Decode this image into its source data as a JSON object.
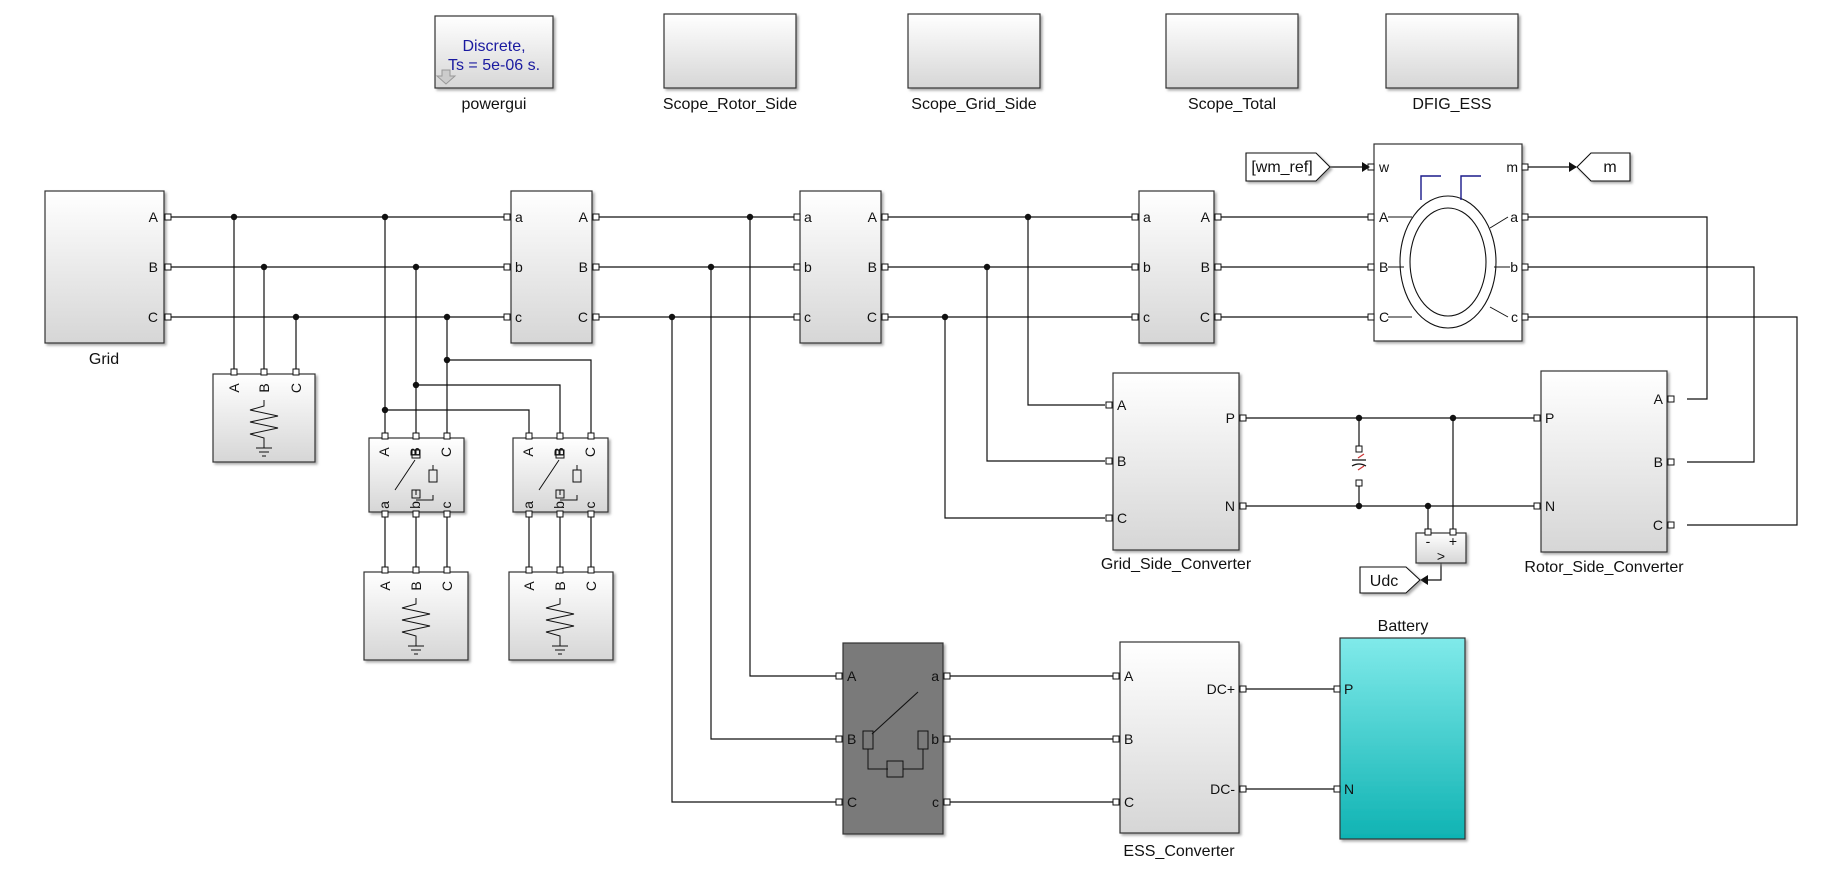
{
  "powergui": {
    "line1": "Discrete,",
    "line2": "Ts = 5e-06 s.",
    "name": "powergui"
  },
  "scopes": [
    "Scope_Rotor_Side",
    "Scope_Grid_Side",
    "Scope_Total",
    "DFIG_ESS"
  ],
  "blocks": {
    "grid": "Grid",
    "gsc": "Grid_Side_Converter",
    "rsc": "Rotor_Side_Converter",
    "ess": "ESS_Converter",
    "battery": "Battery"
  },
  "tags": {
    "wm_ref": "[wm_ref]",
    "m": "m",
    "udc": "Udc"
  },
  "machine_ports": {
    "w": "w",
    "m": "m"
  },
  "ports": {
    "A": "A",
    "B": "B",
    "C": "C",
    "a": "a",
    "b": "b",
    "c": "c",
    "P": "P",
    "N": "N",
    "dcp": "DC+",
    "dcn": "DC-",
    "minus": "-",
    "plus": "+",
    "gt": ">"
  },
  "colors": {
    "block_fill_top": "#ffffff",
    "block_fill_bottom": "#d8d8d8",
    "battery_top": "#7fe8e8",
    "battery_bottom": "#10b5b5",
    "breaker_fill": "#7a7a7a",
    "text_blue": "#1a1aa0",
    "machine_blue": "#1a1a8a"
  }
}
